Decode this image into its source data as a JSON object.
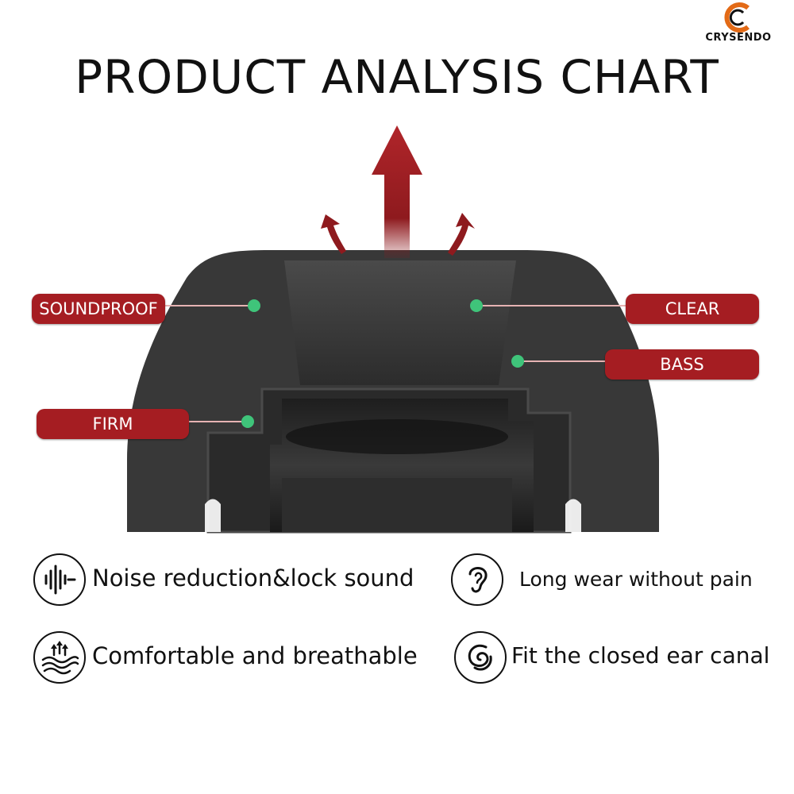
{
  "brand": {
    "name": "CRYSENDO",
    "accent": "#e36a16"
  },
  "title": "PRODUCT ANALYSIS CHART",
  "labels": {
    "soundproof": "SOUNDPROOF",
    "clear": "CLEAR",
    "bass": "BASS",
    "firm": "FIRM"
  },
  "features": [
    {
      "icon": "sound-wave-icon",
      "text": "Noise reduction&lock sound"
    },
    {
      "icon": "ear-icon",
      "text": "Long wear without pain"
    },
    {
      "icon": "breathable-waves-icon",
      "text": "Comfortable and breathable"
    },
    {
      "icon": "spiral-fit-icon",
      "text": "Fit the closed ear canal"
    }
  ],
  "colors": {
    "label_red": "#a51d22",
    "arrow_red": "#9e1b1f",
    "marker_green": "#3fc47a",
    "foam": "#3a3a3a"
  }
}
